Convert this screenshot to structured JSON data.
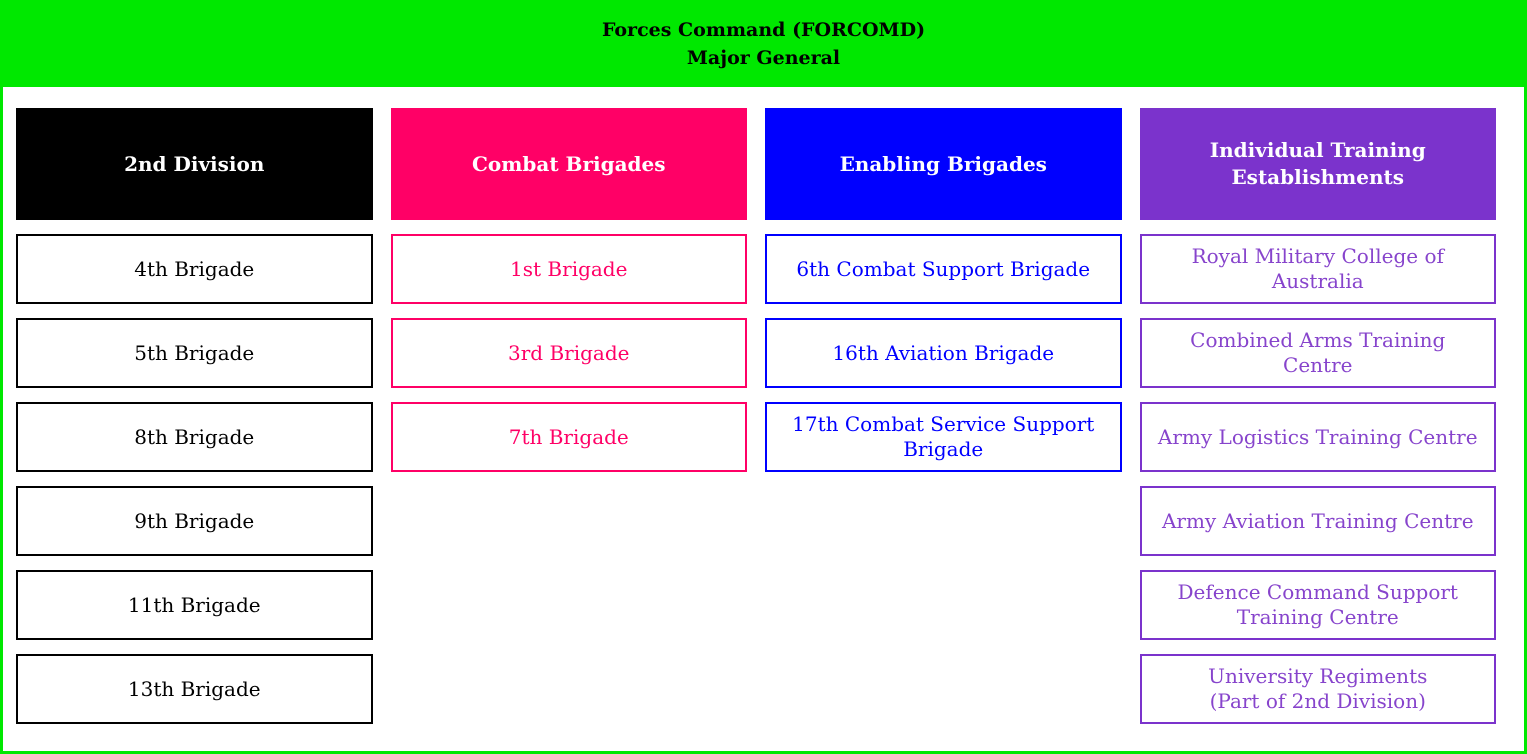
{
  "banner": {
    "line1": "Forces Command (FORCOMD)",
    "line2": "Major General"
  },
  "colors": {
    "green": "#00E800",
    "division_black": "#000000",
    "combat_pink": "#FF0066",
    "enabling_blue": "#0000FF",
    "training_purple": "#7B33CC",
    "box_background": "#FFFFFF"
  },
  "columns": [
    {
      "header": "2nd Division",
      "items": [
        "4th Brigade",
        "5th Brigade",
        "8th Brigade",
        "9th Brigade",
        "11th Brigade",
        "13th Brigade"
      ]
    },
    {
      "header": "Combat Brigades",
      "items": [
        "1st Brigade",
        "3rd Brigade",
        "7th Brigade"
      ]
    },
    {
      "header": "Enabling Brigades",
      "items": [
        "6th Combat Support Brigade",
        "16th Aviation Brigade",
        "17th Combat Service Support\nBrigade"
      ]
    },
    {
      "header": "Individual Training\nEstablishments",
      "items": [
        "Royal Military College of\nAustralia",
        "Combined Arms Training Centre",
        "Army Logistics Training Centre",
        "Army Aviation Training Centre",
        "Defence Command Support\nTraining Centre",
        "University Regiments\n(Part of 2nd Division)"
      ]
    }
  ]
}
